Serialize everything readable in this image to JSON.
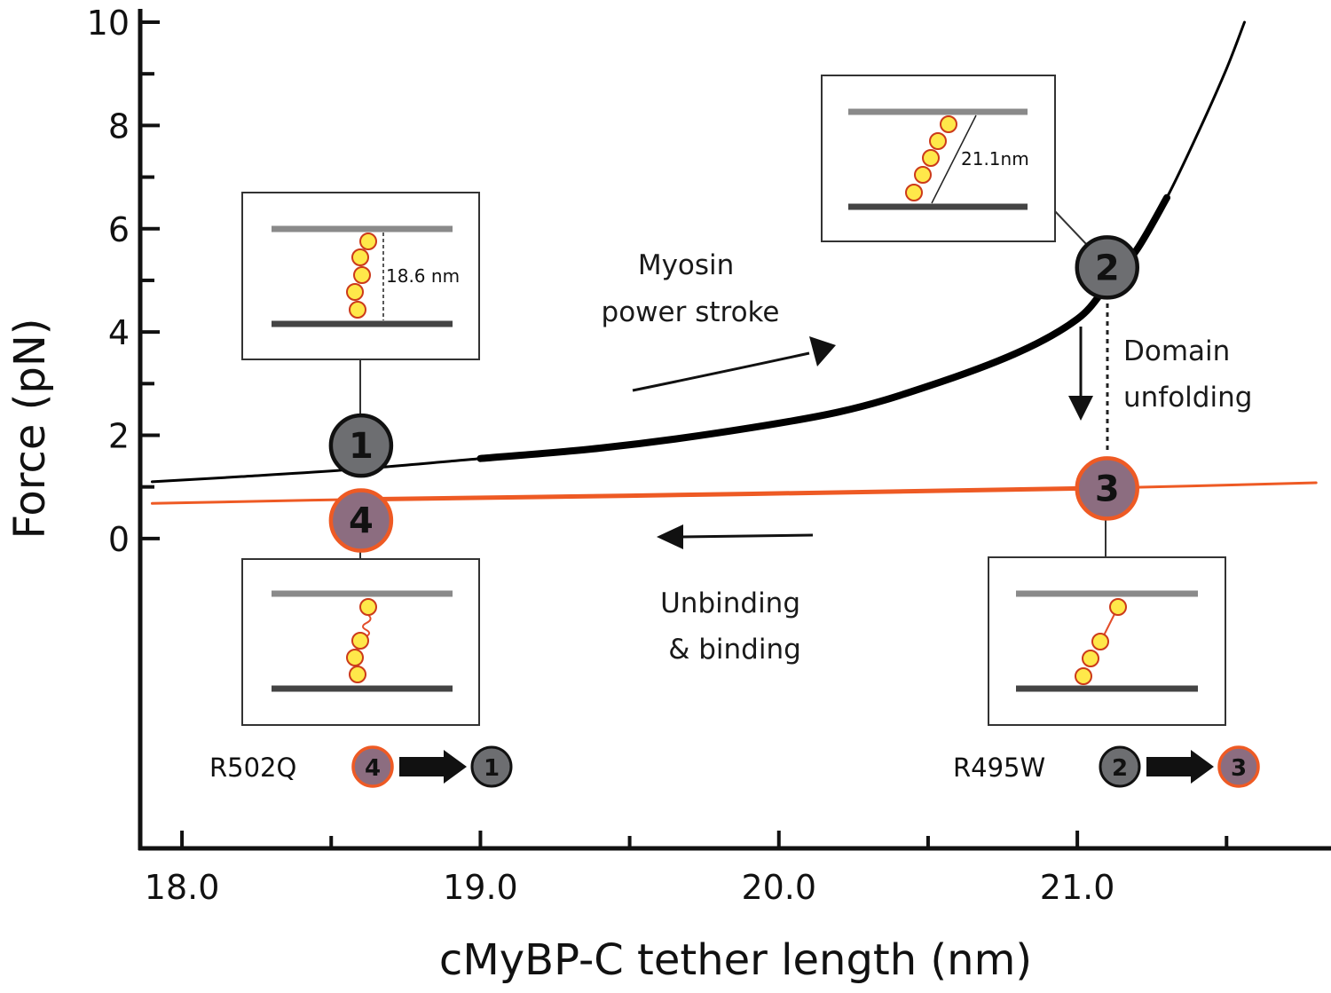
{
  "chart_data": {
    "type": "line",
    "xlabel": "cMyBP-C tether length (nm)",
    "ylabel": "Force (pN)",
    "xlim": [
      17.86,
      21.85
    ],
    "ylim": [
      -6,
      10
    ],
    "x_ticks": [
      {
        "value": 18.0,
        "label": "18.0"
      },
      {
        "value": 19.0,
        "label": "19.0"
      },
      {
        "value": 20.0,
        "label": "20.0"
      },
      {
        "value": 21.0,
        "label": "21.0"
      }
    ],
    "y_ticks": [
      {
        "value": 0,
        "label": "0"
      },
      {
        "value": 2,
        "label": "2"
      },
      {
        "value": 4,
        "label": "4"
      },
      {
        "value": 6,
        "label": "6"
      },
      {
        "value": 8,
        "label": "8"
      },
      {
        "value": 10,
        "label": "10"
      }
    ],
    "minor_x_ticks": [
      18.5,
      19.5,
      20.5,
      21.5
    ],
    "minor_y_ticks": [
      1,
      3,
      5,
      7,
      9
    ],
    "series": [
      {
        "id": "folded",
        "color": "#000000",
        "points": [
          [
            17.9,
            1.1
          ],
          [
            18.2,
            1.2
          ],
          [
            18.6,
            1.35
          ],
          [
            19.0,
            1.55
          ],
          [
            19.4,
            1.75
          ],
          [
            19.8,
            2.05
          ],
          [
            20.2,
            2.45
          ],
          [
            20.5,
            2.95
          ],
          [
            20.8,
            3.6
          ],
          [
            21.0,
            4.25
          ],
          [
            21.1,
            4.9
          ],
          [
            21.2,
            5.6
          ],
          [
            21.3,
            6.6
          ],
          [
            21.4,
            7.8
          ],
          [
            21.5,
            9.1
          ],
          [
            21.56,
            10.0
          ]
        ]
      },
      {
        "id": "unfolded",
        "color": "#ee5a24",
        "points": [
          [
            17.9,
            0.68
          ],
          [
            18.6,
            0.76
          ],
          [
            19.5,
            0.83
          ],
          [
            20.5,
            0.92
          ],
          [
            21.1,
            0.98
          ],
          [
            21.8,
            1.08
          ]
        ]
      }
    ],
    "states": [
      {
        "id": 1,
        "label": "1",
        "x": 18.6,
        "y": 1.8,
        "fill": "#6d6e71",
        "stroke": "#111111"
      },
      {
        "id": 2,
        "label": "2",
        "x": 21.1,
        "y": 5.25,
        "fill": "#6d6e71",
        "stroke": "#111111"
      },
      {
        "id": 3,
        "label": "3",
        "x": 21.1,
        "y": 0.97,
        "fill": "#8c6d80",
        "stroke": "#ee5a24"
      },
      {
        "id": 4,
        "label": "4",
        "x": 18.6,
        "y": 0.35,
        "fill": "#8c6d80",
        "stroke": "#ee5a24"
      }
    ],
    "annotations": [
      {
        "id": "myosin",
        "lines": [
          "Myosin",
          "power stroke"
        ]
      },
      {
        "id": "domain",
        "lines": [
          "Domain",
          "unfolding"
        ]
      },
      {
        "id": "unbinding",
        "lines": [
          "Unbinding",
          "& binding"
        ]
      }
    ],
    "insets": [
      {
        "id": "inset-1",
        "label": "18.6 nm"
      },
      {
        "id": "inset-2",
        "label": "21.1nm"
      }
    ],
    "mutations": [
      {
        "id": "r502q",
        "label": "R502Q",
        "from": "4",
        "to": "1"
      },
      {
        "id": "r495w",
        "label": "R495W",
        "from": "2",
        "to": "3"
      }
    ]
  }
}
